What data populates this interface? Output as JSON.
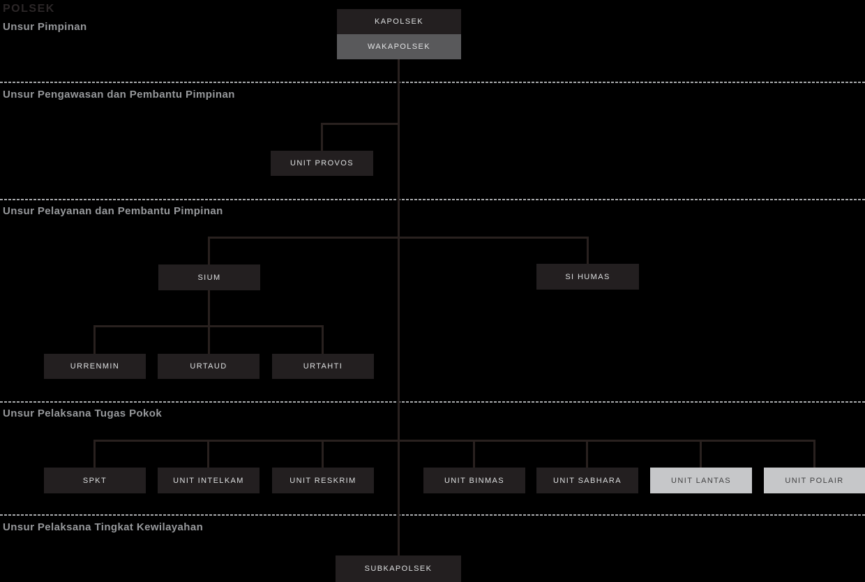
{
  "title": "POLSEK",
  "colors": {
    "background": "#000000",
    "box_dark": "#231f20",
    "box_gray": "#59595b",
    "box_light": "#c6c7c9",
    "box_text_on_dark": "#dee0e1",
    "box_text_on_light": "#414142",
    "connector": "#29211f",
    "divider_dash": "#aaacae",
    "section_label": "#97999c",
    "title_text": "#2c2728"
  },
  "sections": {
    "pimpinan": {
      "label": "Unsur Pimpinan"
    },
    "pengawasan": {
      "label": "Unsur Pengawasan dan Pembantu Pimpinan"
    },
    "pelayanan": {
      "label": "Unsur Pelayanan dan Pembantu Pimpinan"
    },
    "pelaksana_pokok": {
      "label": "Unsur Pelaksana Tugas Pokok"
    },
    "pelaksana_kewilayahan": {
      "label": "Unsur Pelaksana Tingkat Kewilayahan"
    }
  },
  "nodes": {
    "kapolsek": {
      "label": "KAPOLSEK",
      "variant": "dark"
    },
    "wakapolsek": {
      "label": "WAKAPOLSEK",
      "variant": "gray"
    },
    "unit_provos": {
      "label": "UNIT PROVOS",
      "variant": "dark"
    },
    "sium": {
      "label": "SIUM",
      "variant": "dark"
    },
    "si_humas": {
      "label": "SI HUMAS",
      "variant": "dark"
    },
    "urrenmin": {
      "label": "URRENMIN",
      "variant": "dark"
    },
    "urtaud": {
      "label": "URTAUD",
      "variant": "dark"
    },
    "urtahti": {
      "label": "URTAHTI",
      "variant": "dark"
    },
    "spkt": {
      "label": "SPKT",
      "variant": "dark"
    },
    "unit_intelkam": {
      "label": "UNIT INTELKAM",
      "variant": "dark"
    },
    "unit_reskrim": {
      "label": "UNIT RESKRIM",
      "variant": "dark"
    },
    "unit_binmas": {
      "label": "UNIT BINMAS",
      "variant": "dark"
    },
    "unit_sabhara": {
      "label": "UNIT SABHARA",
      "variant": "dark"
    },
    "unit_lantas": {
      "label": "UNIT LANTAS",
      "variant": "light"
    },
    "unit_polair": {
      "label": "UNIT POLAIR",
      "variant": "light"
    },
    "subkapolsek": {
      "label": "SUBKAPOLSEK",
      "variant": "dark"
    }
  }
}
